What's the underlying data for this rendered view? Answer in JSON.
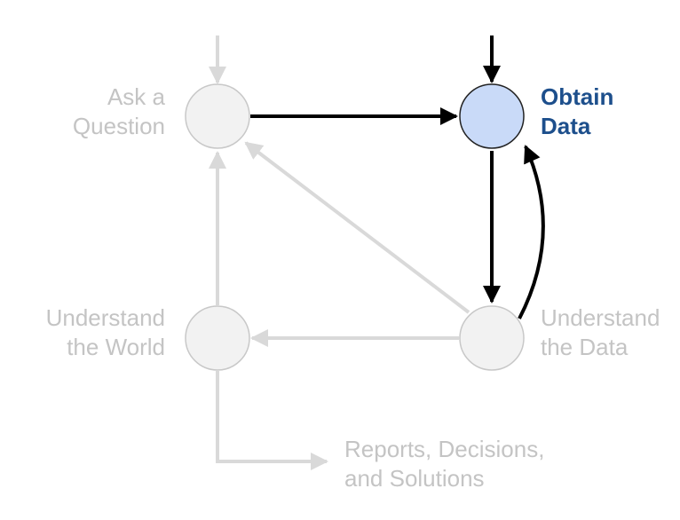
{
  "nodes": {
    "ask": {
      "line1": "Ask a",
      "line2": "Question"
    },
    "obtain": {
      "line1": "Obtain",
      "line2": "Data"
    },
    "understand_world": {
      "line1": "Understand",
      "line2": "the World"
    },
    "understand_data": {
      "line1": "Understand",
      "line2": "the Data"
    }
  },
  "output": {
    "line1": "Reports, Decisions,",
    "line2": "and Solutions"
  },
  "colors": {
    "active_fill": "#c9daf8",
    "active_stroke": "#222222",
    "active_text": "#1d4f8c",
    "inactive_fill": "#f2f2f2",
    "inactive_stroke": "#c8c8c8",
    "inactive_text": "#c4c4c4",
    "active_arrow": "#000000",
    "inactive_arrow": "#d9d9d9"
  }
}
